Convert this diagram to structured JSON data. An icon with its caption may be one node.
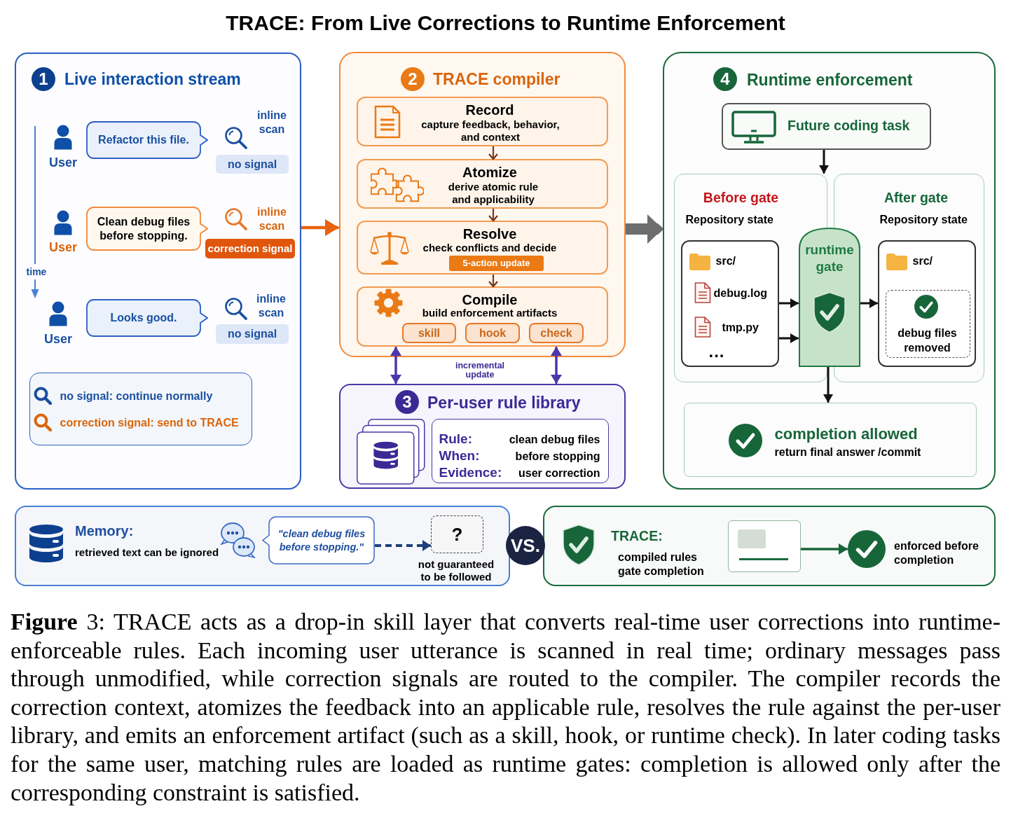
{
  "diagram": {
    "title": "TRACE: From Live Corrections to Runtime Enforcement",
    "caption": "**Figure** 3: TRACE acts as a drop-in skill layer that converts real-time user corrections into runtime-enforceable rules. Each incoming user utterance is scanned in real time; ordinary messages pass through unmodified, while correction signals are routed to the compiler. The compiler records the correction context, atomizes the feedback into an applicable rule, resolves the rule against the per-user library, and emits an enforcement artifact (such as a skill, hook, or runtime check). In later coding tasks for the same user, matching rules are loaded as runtime gates: completion is allowed only after the corresponding constraint is satisfied.",
    "nodes": [
      {
        "text": [
          "Live interaction stream"
        ]
      },
      {
        "text": [
          "1"
        ],
        "in": 0
      },
      {
        "text": [
          "Refactor this file."
        ],
        "in": 0,
        "beside": [
          "User"
        ]
      },
      {
        "text": [
          "no signal"
        ],
        "in": 0,
        "beside": [
          "inline scan"
        ]
      },
      {
        "text": [
          "Clean debug files before stopping."
        ],
        "in": 0,
        "beside": [
          "User"
        ]
      },
      {
        "text": [
          "correction signal"
        ],
        "in": 0,
        "beside": [
          "inline scan"
        ]
      },
      {
        "text": [
          "Looks good."
        ],
        "in": 0,
        "beside": [
          "User"
        ]
      },
      {
        "text": [
          "no signal"
        ],
        "in": 0,
        "beside": [
          "inline scan"
        ]
      },
      {
        "text": [
          "TRACE compiler"
        ]
      },
      {
        "text": [
          "2"
        ],
        "in": 8
      },
      {
        "text": [
          "Record",
          "capture feedback, behavior, and context"
        ],
        "in": 8
      },
      {
        "text": [
          "Atomize",
          "derive atomic rule and applicability"
        ],
        "in": 8
      },
      {
        "text": [
          "Resolve",
          "check conflicts and decide"
        ],
        "in": 8
      },
      {
        "text": [
          "5-action update"
        ],
        "in": 12
      },
      {
        "text": [
          "Compile",
          "build enforcement artifacts"
        ],
        "in": 8
      },
      {
        "text": [
          "skill"
        ],
        "in": 14
      },
      {
        "text": [
          "hook"
        ],
        "in": 14
      },
      {
        "text": [
          "check"
        ],
        "in": 14
      },
      {
        "text": [
          "Per-user rule library"
        ]
      },
      {
        "text": [
          "3"
        ],
        "in": 18
      },
      {
        "text": [
          "Rule:",
          "clean debug files",
          "When:",
          "before stopping",
          "Evidence:",
          "user correction"
        ],
        "in": 18
      },
      {
        "text": [
          "Runtime enforcement"
        ]
      },
      {
        "text": [
          "4"
        ],
        "in": 21
      },
      {
        "text": [
          "Future coding task"
        ],
        "in": 21
      },
      {
        "text": [
          "Before gate",
          "Repository state"
        ],
        "in": 21
      },
      {
        "text": [
          "src/",
          "debug.log",
          "tmp.py",
          "..."
        ],
        "in": 24
      },
      {
        "text": [
          "runtime gate"
        ],
        "in": 21
      },
      {
        "text": [
          "After gate",
          "Repository state"
        ],
        "in": 21
      },
      {
        "text": [
          "src/"
        ],
        "in": 27
      },
      {
        "text": [
          "debug files removed"
        ],
        "in": 28
      },
      {
        "text": [
          "completion allowed",
          "return final answer /commit"
        ],
        "in": 21
      },
      {
        "text": [
          "Memory:",
          "retrieved text can be ignored"
        ]
      },
      {
        "text": [
          "\"clean debug files before stopping.\""
        ],
        "in": 31
      },
      {
        "text": [
          "?"
        ],
        "in": 31,
        "beside": [
          "not guaranteed to be followed"
        ]
      },
      {
        "text": [
          "VS."
        ]
      },
      {
        "text": [
          "TRACE:",
          "compiled rules gate completion"
        ]
      },
      {
        "text": [],
        "shape": "box",
        "in": 35
      },
      {
        "text": [],
        "shape": "circle",
        "in": 35,
        "beside": [
          "enforced before completion"
        ]
      }
    ],
    "edges": [
      {
        "from": 0,
        "to": 8,
        "arrow": "to",
        "color": "#e8620f"
      },
      {
        "from": 10,
        "to": 11,
        "arrow": "to",
        "color": "#7a3a1c"
      },
      {
        "from": 11,
        "to": 12,
        "arrow": "to",
        "color": "#7a3a1c"
      },
      {
        "from": 12,
        "to": 14,
        "arrow": "to",
        "color": "#7a3a1c"
      },
      {
        "from": 14,
        "to": 18,
        "arrow": "both",
        "color": "#4b37a8"
      },
      {
        "from": 14,
        "to": 18,
        "arrow": "both",
        "color": "#4b37a8"
      },
      {
        "from": 8,
        "to": 21,
        "arrow": "to",
        "style": "thick",
        "color": "#6e6e6e"
      },
      {
        "from": 23,
        "to": 24,
        "arrow": "to"
      },
      {
        "from": 25,
        "to": 26,
        "arrow": "to"
      },
      {
        "from": 25,
        "to": 26,
        "arrow": "to"
      },
      {
        "from": 26,
        "to": 28,
        "arrow": "to"
      },
      {
        "from": 26,
        "to": 30,
        "arrow": "to"
      },
      {
        "from": 32,
        "to": 33,
        "arrow": "to",
        "style": "dashed",
        "color": "#1f3f7a"
      },
      {
        "from": 36,
        "to": 37,
        "arrow": "to",
        "color": "#17663a"
      }
    ],
    "labels": [
      "time",
      "incremental update"
    ],
    "legend": [
      {
        "text": "no signal: continue normally"
      },
      {
        "text": "correction signal: send to TRACE"
      }
    ]
  }
}
